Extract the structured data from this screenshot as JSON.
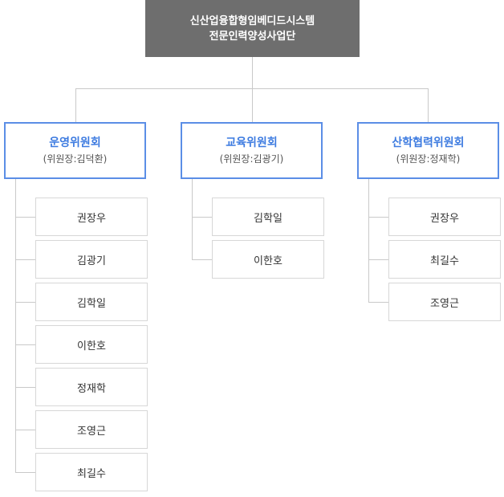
{
  "organization": {
    "title_line1": "신산업융합형임베디드시스템",
    "title_line2": "전문인력양성사업단"
  },
  "committees": [
    {
      "name": "운영위원회",
      "chair": "(위원장:김덕환)",
      "members": [
        "권장우",
        "김광기",
        "김학일",
        "이한호",
        "정재학",
        "조영근",
        "최길수"
      ]
    },
    {
      "name": "교육위원회",
      "chair": "(위원장:김광기)",
      "members": [
        "김학일",
        "이한호"
      ]
    },
    {
      "name": "산학협력위원회",
      "chair": "(위원장:정재학)",
      "members": [
        "권장우",
        "최길수",
        "조영근"
      ]
    }
  ],
  "colors": {
    "top_box_bg": "#6e6e6e",
    "committee_border": "#5b8ee6",
    "committee_title": "#3d7be0",
    "connector": "#c9c9c9"
  }
}
